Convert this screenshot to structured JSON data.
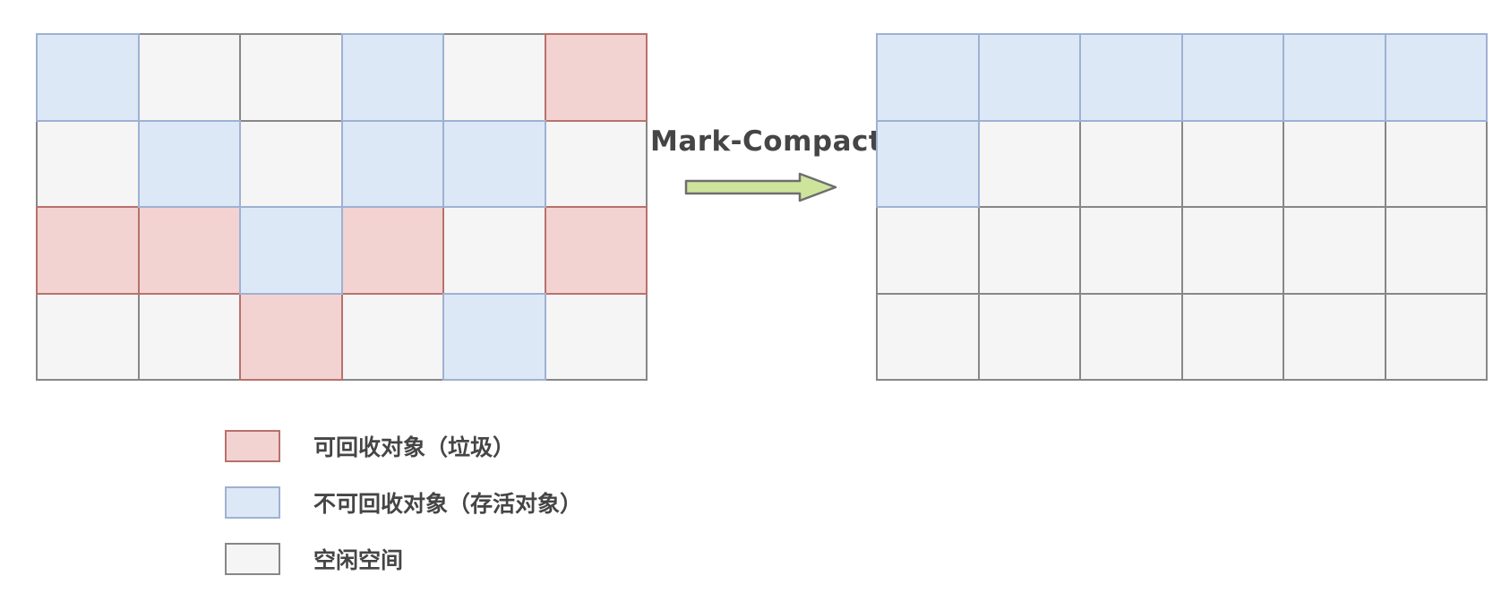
{
  "title": "Mark-Compact garbage collection diagram",
  "colors": {
    "background": "#ffffff",
    "text": "#454545",
    "garbage_fill": "#f3d3d1",
    "garbage_border": "#b8716c",
    "live_fill": "#dde8f7",
    "live_border": "#9fb1d2",
    "free_fill": "#f5f5f5",
    "free_border": "#878787",
    "arrow_fill": "#cfe49b",
    "arrow_border": "#6e6e6e"
  },
  "transition": {
    "label": "Mark-Compact"
  },
  "grids": {
    "before": {
      "name": "heap-before-compaction",
      "columns": 6,
      "rows": [
        [
          "live",
          "free",
          "free",
          "live",
          "free",
          "garbage"
        ],
        [
          "free",
          "live",
          "free",
          "live",
          "live",
          "free"
        ],
        [
          "garbage",
          "garbage",
          "live",
          "garbage",
          "free",
          "garbage"
        ],
        [
          "free",
          "free",
          "garbage",
          "free",
          "live",
          "free"
        ]
      ]
    },
    "after": {
      "name": "heap-after-compaction",
      "columns": 6,
      "rows": [
        [
          "live",
          "live",
          "live",
          "live",
          "live",
          "live"
        ],
        [
          "live",
          "free",
          "free",
          "free",
          "free",
          "free"
        ],
        [
          "free",
          "free",
          "free",
          "free",
          "free",
          "free"
        ],
        [
          "free",
          "free",
          "free",
          "free",
          "free",
          "free"
        ]
      ]
    }
  },
  "legend": {
    "items": [
      {
        "type": "garbage",
        "label": "可回收对象（垃圾）"
      },
      {
        "type": "live",
        "label": "不可回收对象（存活对象）"
      },
      {
        "type": "free",
        "label": "空闲空间"
      }
    ]
  }
}
